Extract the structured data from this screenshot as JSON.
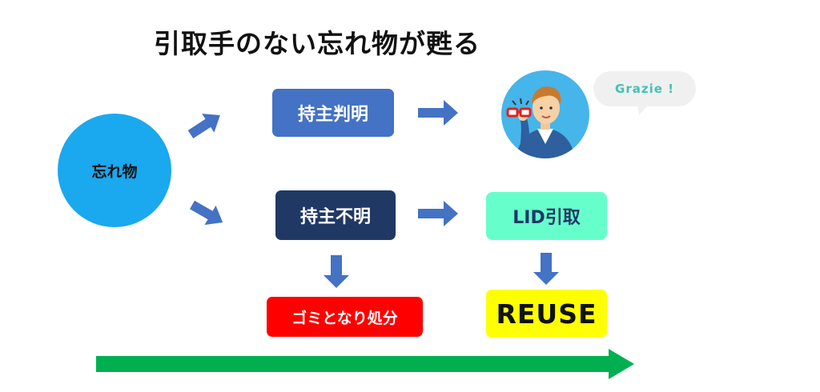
{
  "title": "引取手のない忘れ物が甦る",
  "nodes": {
    "lost_item": "忘れ物",
    "owner_found": "持主判明",
    "owner_unknown": "持主不明",
    "lid_pickup": "LID引取",
    "disposal": "ゴミとなり処分",
    "reuse": "REUSE"
  },
  "speech_bubble": "Grazie !",
  "colors": {
    "lost_item": "#1aa8ee",
    "owner_found": "#4472c4",
    "owner_unknown": "#203864",
    "lid_pickup": "#66ffcc",
    "disposal": "#ff0000",
    "reuse": "#ffff00",
    "arrow": "#4472c4",
    "timeline_arrow": "#00b050"
  },
  "icons": {
    "avatar": "man-holding-glasses-icon"
  }
}
